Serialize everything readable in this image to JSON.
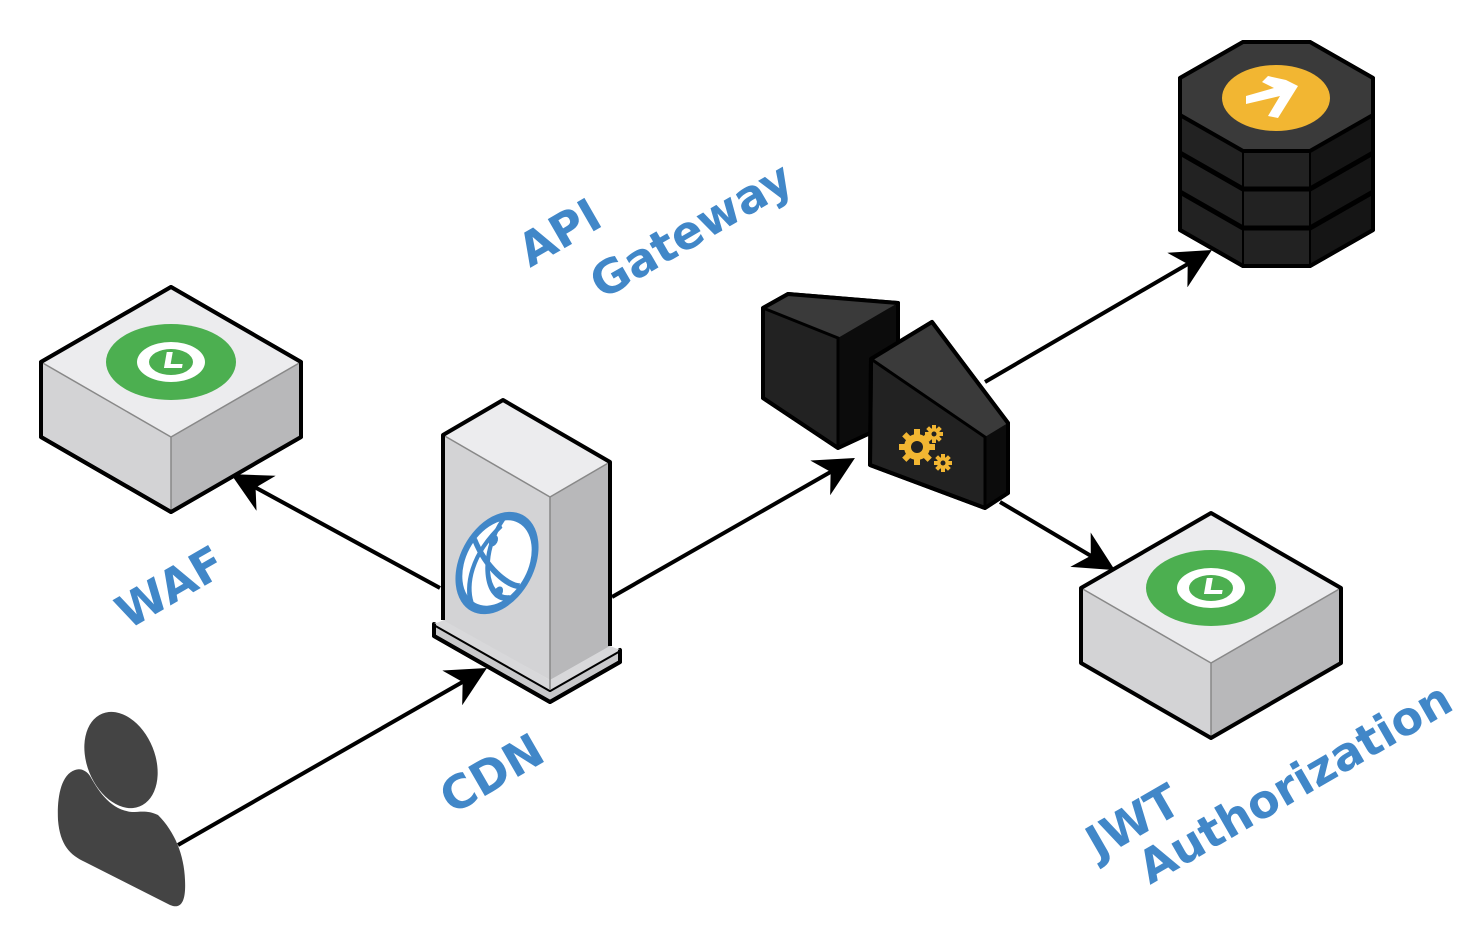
{
  "diagram": {
    "type": "isometric-architecture",
    "colors": {
      "label_blue": "#4187c8",
      "check_green": "#4caf50",
      "lambda_orange": "#f2b632",
      "gear_orange": "#f2b632",
      "dark_block": "#222222",
      "light_block": "#d3d3d5",
      "user_gray": "#444444"
    },
    "nodes": [
      {
        "id": "user",
        "label": "",
        "icon": "user-icon"
      },
      {
        "id": "cdn",
        "label": "CDN",
        "icon": "globe-icon"
      },
      {
        "id": "waf",
        "label": "WAF",
        "icon": "check-clock-icon"
      },
      {
        "id": "gateway",
        "label_line1": "API",
        "label_line2": "Gateway",
        "icon": "gears-icon"
      },
      {
        "id": "lambda",
        "label": "",
        "icon": "lambda-icon"
      },
      {
        "id": "jwt",
        "label_line1": "JWT",
        "label_line2": "Authorization",
        "icon": "check-clock-icon"
      }
    ],
    "edges": [
      {
        "from": "user",
        "to": "cdn"
      },
      {
        "from": "cdn",
        "to": "waf"
      },
      {
        "from": "cdn",
        "to": "gateway"
      },
      {
        "from": "gateway",
        "to": "lambda"
      },
      {
        "from": "gateway",
        "to": "jwt"
      }
    ]
  },
  "labels": {
    "waf": "WAF",
    "cdn": "CDN",
    "api_line1": "API",
    "api_line2": "Gateway",
    "jwt_line1": "JWT",
    "jwt_line2": "Authorization"
  }
}
